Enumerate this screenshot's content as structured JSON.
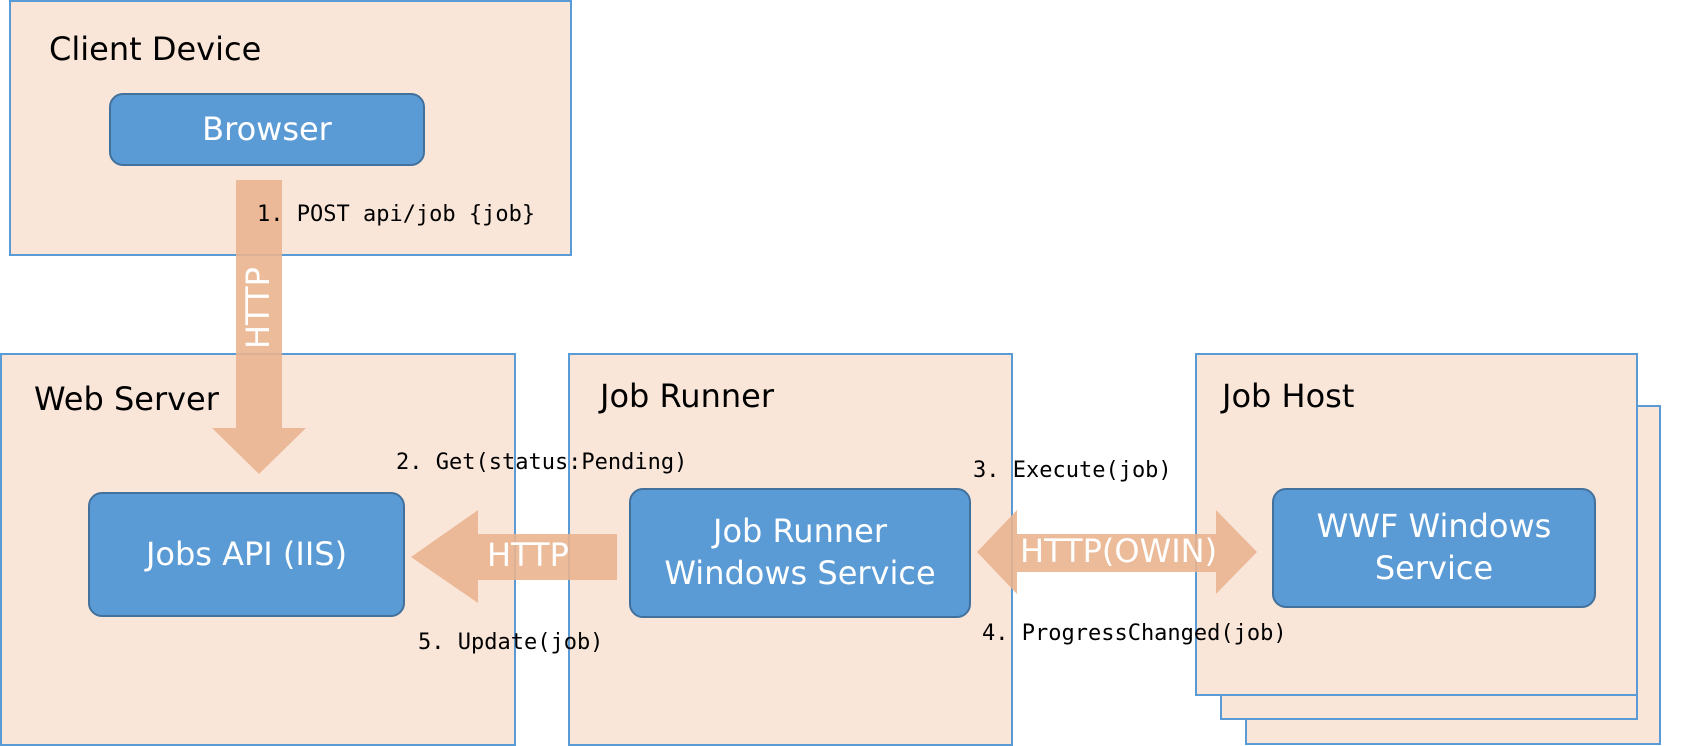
{
  "containers": {
    "client_device": "Client Device",
    "web_server": "Web Server",
    "job_runner": "Job Runner",
    "job_host": "Job Host"
  },
  "nodes": {
    "browser": "Browser",
    "jobs_api": "Jobs API (IIS)",
    "job_runner_service_line1": "Job Runner",
    "job_runner_service_line2": "Windows Service",
    "wwf_service_line1": "WWF Windows",
    "wwf_service_line2": "Service"
  },
  "connections": {
    "browser_to_api": "HTTP",
    "runner_to_api": "HTTP",
    "runner_to_host": "HTTP(OWIN)"
  },
  "steps": {
    "step1": "1. POST api/job {job}",
    "step2": "2. Get(status:Pending)",
    "step3": "3. Execute(job)",
    "step4": "4. ProgressChanged(job)",
    "step5": "5. Update(job)"
  },
  "colors": {
    "container_fill": "#fae6d9",
    "container_border": "#5b9bd5",
    "node_fill": "#5b9bd5",
    "node_border": "#41719c",
    "arrow_fill": "#e9b48f"
  }
}
